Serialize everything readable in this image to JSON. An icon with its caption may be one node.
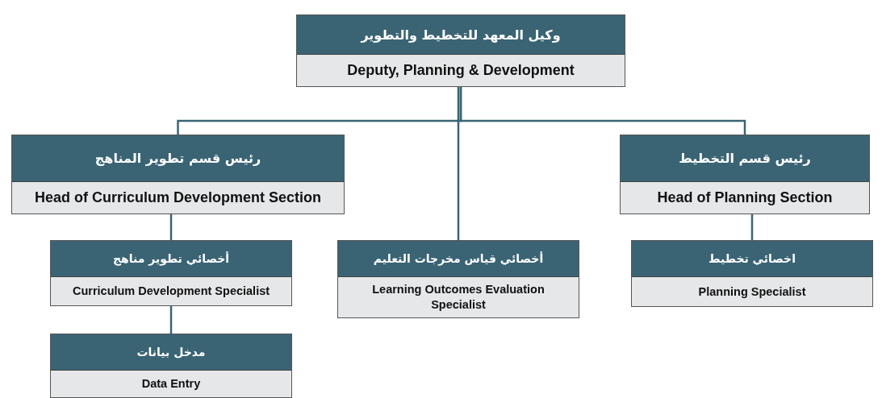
{
  "diagram": {
    "nodes": [
      {
        "text": [
          "وكيل المعهد للتخطيط والتطوير",
          "Deputy, Planning & Development"
        ]
      },
      {
        "text": [
          "رئيس قسم تطوير المناهج",
          "Head of Curriculum Development Section"
        ]
      },
      {
        "text": [
          "رئيس قسم التخطيط",
          "Head of Planning Section"
        ]
      },
      {
        "text": [
          "أخصائي تطوير مناهج",
          "Curriculum Development Specialist"
        ]
      },
      {
        "text": [
          "أخصائي قياس مخرجات التعليم",
          "Learning Outcomes Evaluation Specialist"
        ]
      },
      {
        "text": [
          "اخصائي تخطيط",
          "Planning Specialist"
        ]
      },
      {
        "text": [
          "مدخل بيانات",
          "Data Entry"
        ]
      }
    ],
    "edges": [
      {
        "from": 0,
        "to": 1,
        "arrow": "none"
      },
      {
        "from": 0,
        "to": 2,
        "arrow": "none"
      },
      {
        "from": 0,
        "to": 4,
        "arrow": "none"
      },
      {
        "from": 1,
        "to": 3,
        "arrow": "none"
      },
      {
        "from": 2,
        "to": 5,
        "arrow": "none"
      },
      {
        "from": 3,
        "to": 6,
        "arrow": "none"
      }
    ]
  }
}
